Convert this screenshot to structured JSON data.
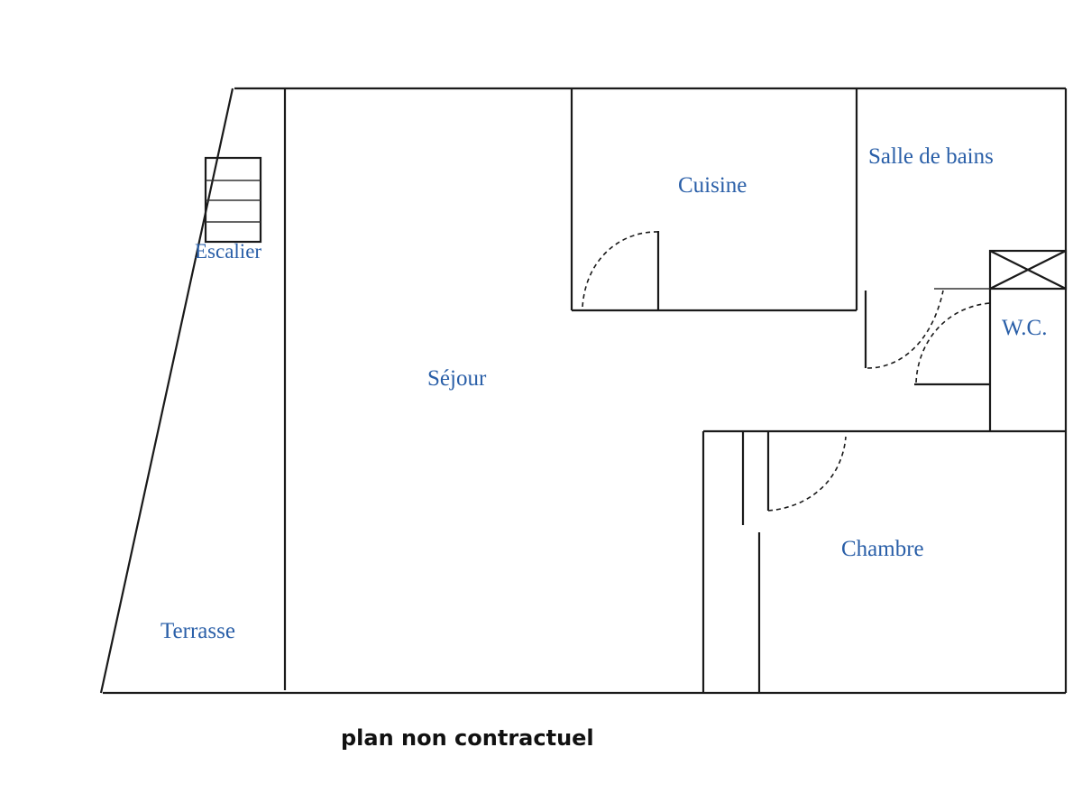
{
  "rooms": {
    "escalier": "Escalier",
    "cuisine": "Cuisine",
    "salle_de_bains": "Salle de bains",
    "wc": "W.C.",
    "sejour": "Séjour",
    "chambre": "Chambre",
    "terrasse": "Terrasse"
  },
  "caption": "plan non contractuel",
  "colors": {
    "label": "#2a5fa8",
    "wall": "#1a1a1a"
  }
}
